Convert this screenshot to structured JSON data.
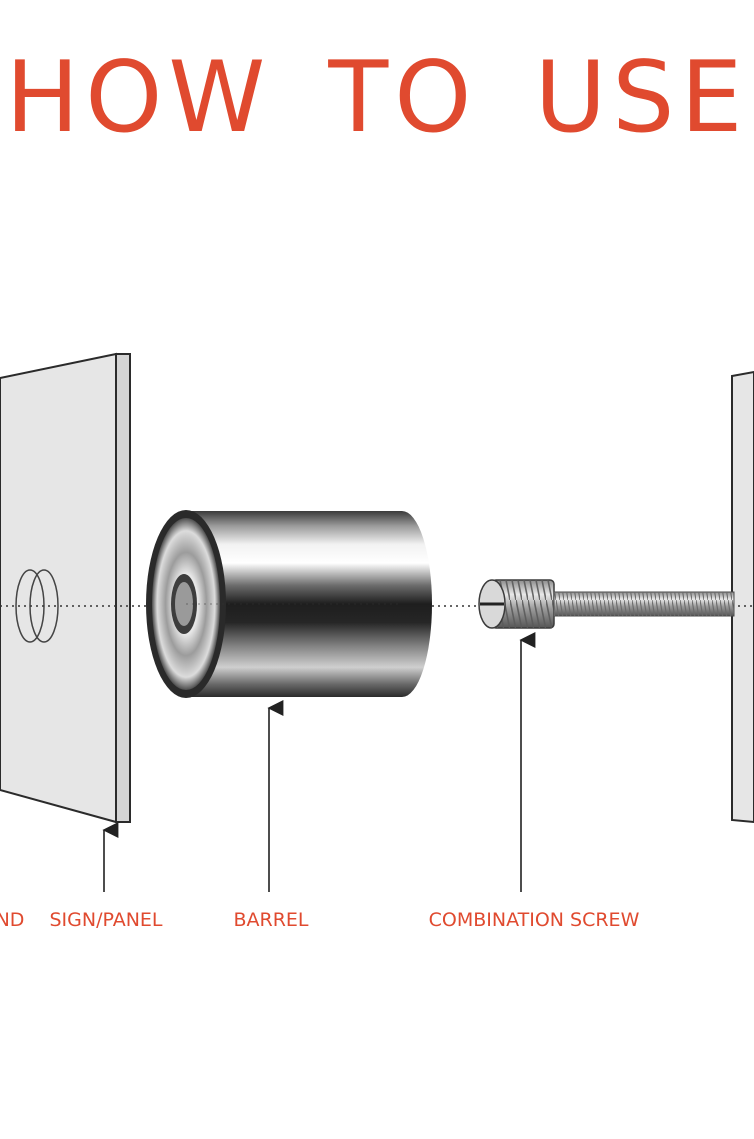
{
  "title": "HOW TO USE",
  "labels": {
    "wall_partial": "ND",
    "sign_panel": "SIGN/PANEL",
    "barrel": "BARREL",
    "combination_screw": "COMBINATION SCREW"
  },
  "colors": {
    "accent": "#e04a2f",
    "panel_fill": "#e6e6e6",
    "panel_edge": "#2b2b2b",
    "arrow": "#222222"
  }
}
